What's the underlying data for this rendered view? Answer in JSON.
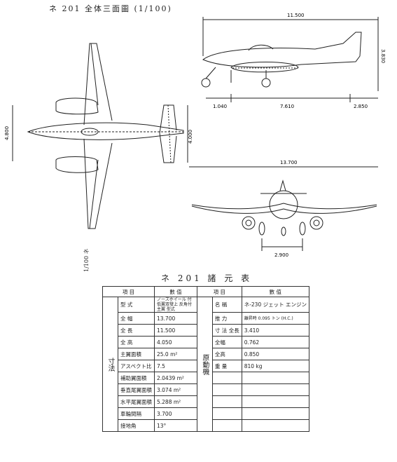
{
  "header": {
    "title": "ネ 201  全体三面圖 (1/100)"
  },
  "dimensions": {
    "overall_length": "11.500",
    "tail_height": "3.830",
    "nose_offset": "1.040",
    "mid_length": "7.610",
    "tail_offset": "2.850",
    "span": "13.700",
    "body_height": "4.800",
    "tail_span": "4.000",
    "track": "2.900"
  },
  "table": {
    "title": "ネ 201  諸 元 表",
    "side_note": "1/100 ネ",
    "headers": [
      "項  目",
      "數  值",
      "項  目",
      "數  值"
    ],
    "left_category": "寸法",
    "right_category": "原動機",
    "rows": [
      {
        "item": "型  式",
        "value": "ノーズホイール 付低翼双發上 反角付 主翼 型式",
        "ritem": "名  稱",
        "rvalue": "ネ-230 ジェット エンジン"
      },
      {
        "item": "全  幅",
        "value": "13.700",
        "ritem": "推  力",
        "rvalue": "離昇時 0.095 トン (H.C.)"
      },
      {
        "item": "全  長",
        "value": "11.500",
        "ritem": "寸  法  全長",
        "rvalue": "3.410"
      },
      {
        "item": "全  高",
        "value": "4.050",
        "ritem": "全幅",
        "rvalue": "0.762"
      },
      {
        "item": "主翼面積",
        "value": "25.0 m²",
        "ritem": "全高",
        "rvalue": "0.850"
      },
      {
        "item": "アスペクト比",
        "value": "7.5",
        "ritem": "重  量",
        "rvalue": "810 kg"
      },
      {
        "item": "補助翼面積",
        "value": "2.0439 m²",
        "ritem": "",
        "rvalue": ""
      },
      {
        "item": "垂直尾翼面積",
        "value": "3.074 m²",
        "ritem": "",
        "rvalue": ""
      },
      {
        "item": "水平尾翼面積",
        "value": "5.288 m²",
        "ritem": "",
        "rvalue": ""
      },
      {
        "item": "車輪間隔",
        "value": "3.700",
        "ritem": "",
        "rvalue": ""
      },
      {
        "item": "接地角",
        "value": "13°",
        "ritem": "",
        "rvalue": ""
      }
    ]
  }
}
